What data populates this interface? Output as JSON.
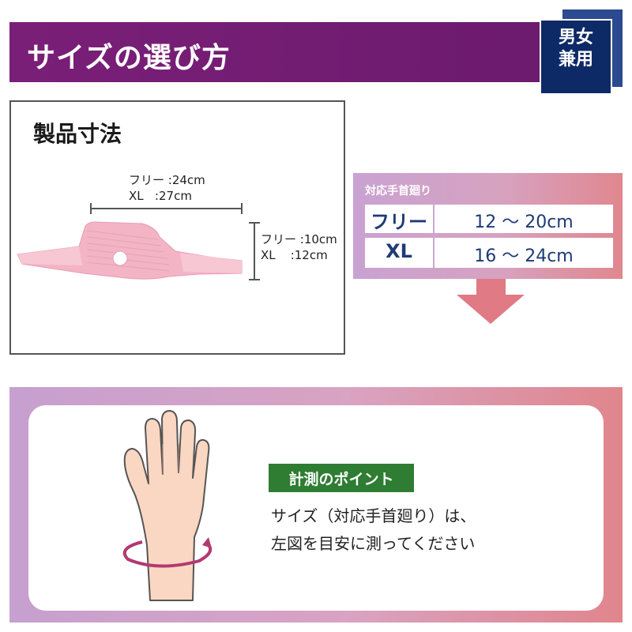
{
  "header": {
    "title": "サイズの選び方",
    "badge": "男女\n兼用"
  },
  "product_dimensions": {
    "title": "製品寸法",
    "width_label": "フリー :24cm\nXL   :27cm",
    "height_label": "フリー :10cm\nXL    :12cm"
  },
  "wrist_size": {
    "label": "対応手首廻り",
    "rows": [
      {
        "size": "フリー",
        "range": "12 〜 20cm"
      },
      {
        "size": "XL",
        "range": "16 〜 24cm"
      }
    ]
  },
  "measure_point": {
    "badge": "計測のポイント",
    "line1": "サイズ（対応手首廻り）は、",
    "line2": "左図を目安に測ってください"
  },
  "colors": {
    "header_purple": "#7a1f78",
    "navy": "#0e2a66",
    "size_text": "#1e3a78",
    "badge_green": "#2e7d32",
    "product_pink": "#f3b5c6"
  }
}
